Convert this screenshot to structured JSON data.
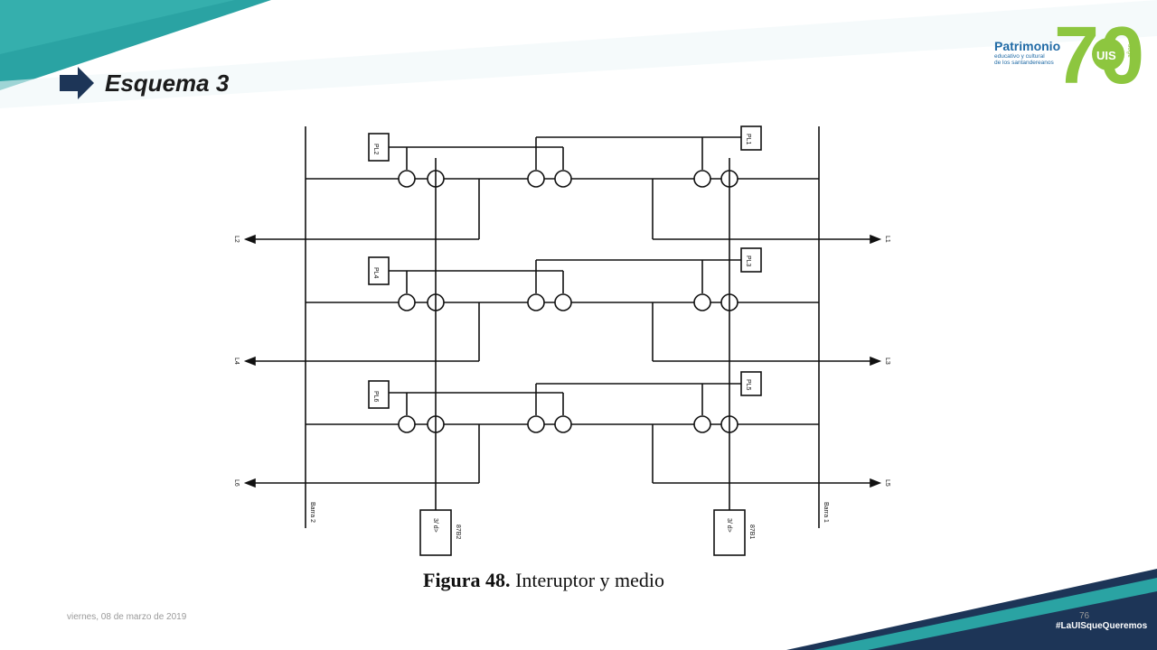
{
  "slide": {
    "title": "Esquema 3",
    "caption_bold": "Figura 48.",
    "caption_text": " Interuptor y medio",
    "date": "viernes, 08 de marzo de 2019",
    "page_number": "76",
    "hashtag": "#LaUISqueQueremos"
  },
  "logo": {
    "line1": "Patrimonio",
    "line2": "educativo y cultural",
    "line3": "de los santandereanos",
    "number": "70",
    "word": "años",
    "brand": "UIS"
  },
  "diagram": {
    "relays_left": [
      "PL2",
      "PL4",
      "PL6"
    ],
    "relays_right": [
      "PL1",
      "PL3",
      "PL5"
    ],
    "lines_left": [
      "L2",
      "L4",
      "L6"
    ],
    "lines_right": [
      "L1",
      "L3",
      "L5"
    ],
    "bus_left": "Barra 2",
    "bus_right": "Barra 1",
    "diff_left_box": "3/ d>",
    "diff_left_code": "87B2",
    "diff_right_box": "3/ d>",
    "diff_right_code": "87B1"
  },
  "colors": {
    "teal": "#2aa3a3",
    "navy": "#1d3557",
    "green": "#8dc63f",
    "blue": "#1f6aa5"
  }
}
